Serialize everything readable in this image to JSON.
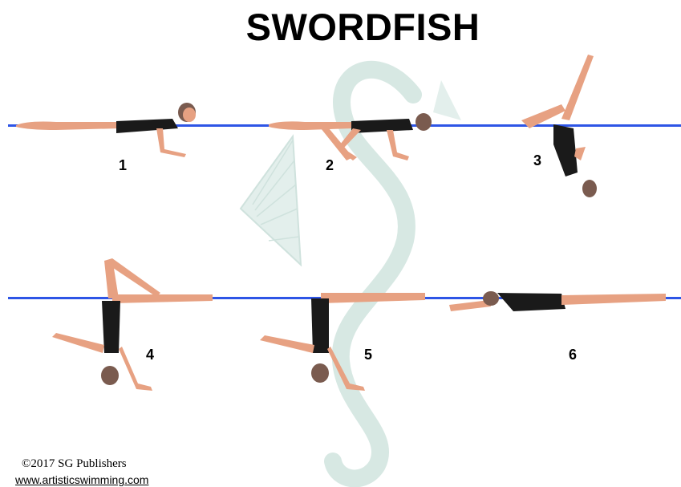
{
  "title": "SWORDFISH",
  "steps": [
    {
      "number": "1"
    },
    {
      "number": "2"
    },
    {
      "number": "3"
    },
    {
      "number": "4"
    },
    {
      "number": "5"
    },
    {
      "number": "6"
    }
  ],
  "footer": {
    "copyright": "©2017 SG Publishers",
    "website": "www.artisticswimming.com"
  },
  "colors": {
    "water_line": "#2e55e6",
    "skin": "#e7a182",
    "swimsuit": "#1a1a1a",
    "watermark": "#d7e8e3"
  }
}
